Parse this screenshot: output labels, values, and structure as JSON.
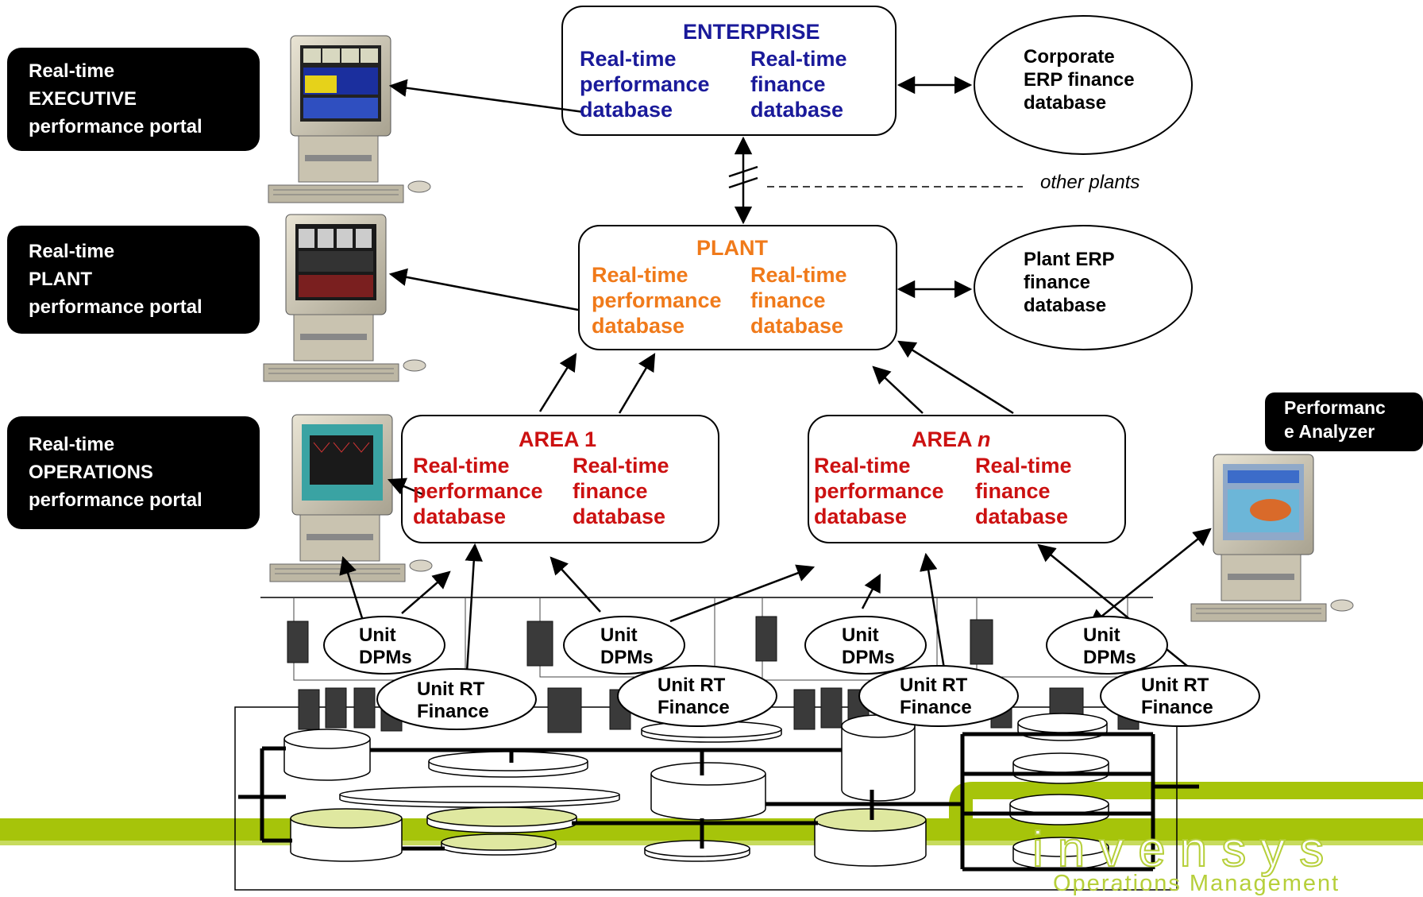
{
  "colors": {
    "enterprise": "#1a1a9a",
    "plant": "#f07a1a",
    "area": "#cc1111",
    "band_green": "#a6c40a",
    "logo_green": "#b6cf3a"
  },
  "portals": [
    {
      "line1": "Real-time",
      "line2": "EXECUTIVE",
      "line3": "performance portal"
    },
    {
      "line1": "Real-time",
      "line2": "PLANT",
      "line3": "performance portal"
    },
    {
      "line1": "Real-time",
      "line2": "OPERATIONS",
      "line3": "performance portal"
    }
  ],
  "analyzer": {
    "line1": "Performanc",
    "line2": "e Analyzer"
  },
  "enterprise": {
    "title": "ENTERPRISE",
    "col1": [
      "Real-time",
      "performance",
      "database"
    ],
    "col2": [
      "Real-time",
      "finance",
      "database"
    ]
  },
  "plant": {
    "title": "PLANT",
    "col1": [
      "Real-time",
      "performance",
      "database"
    ],
    "col2": [
      "Real-time",
      "finance",
      "database"
    ]
  },
  "area1": {
    "title": "AREA 1",
    "col1": [
      "Real-time",
      "performance",
      "database"
    ],
    "col2": [
      "Real-time",
      "finance",
      "database"
    ]
  },
  "arean": {
    "title": "AREA ",
    "title_italic": "n",
    "col1": [
      "Real-time",
      "performance",
      "database"
    ],
    "col2": [
      "Real-time",
      "finance",
      "database"
    ]
  },
  "corporate_erp": [
    "Corporate",
    "ERP finance",
    "database"
  ],
  "plant_erp": [
    "Plant ERP",
    "finance",
    "database"
  ],
  "other_plants": "other plants",
  "unit_dpm": [
    "Unit",
    "DPMs"
  ],
  "unit_rt": [
    "Unit RT",
    "Finance"
  ],
  "logo": {
    "brand": "invensys",
    "tagline": "Operations Management"
  }
}
